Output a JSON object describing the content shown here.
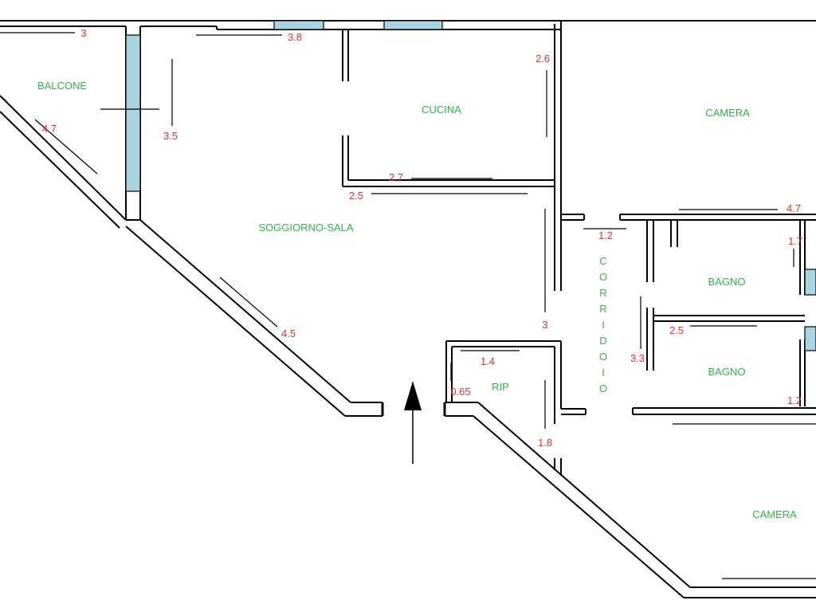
{
  "colors": {
    "room_label": "#2fb34a",
    "dimension_label": "#e0322f",
    "window": "#a9d3df",
    "wall": "#000000"
  },
  "rooms": {
    "balcone": "BALCONE",
    "cucina": "CUCINA",
    "camera_top": "CAMERA",
    "soggiorno": "SOGGIORNO-SALA",
    "bagno_upper": "BAGNO",
    "bagno_lower": "BAGNO",
    "rip": "RIP",
    "camera_bottom": "CAMERA",
    "corridoio_letters": [
      "C",
      "O",
      "R",
      "R",
      "I",
      "D",
      "O",
      "I",
      "O"
    ]
  },
  "dimensions": {
    "balcone_width": "3",
    "balcone_diag": "4.7",
    "soggiorno_width": "3.8",
    "soggiorno_height": "3.5",
    "cucina_height": "2.6",
    "cucina_width": "2.7",
    "soggiorno_lower_width": "2.5",
    "soggiorno_diag": "4.5",
    "camera_width": "4.7",
    "corridoio_width": "1.2",
    "bagno_upper_height": "1.7",
    "corridoio_length": "3",
    "bagno_lower_width": "2.5",
    "bagni_height": "3.3",
    "rip_width": "1.4",
    "rip_depth": "0.65",
    "bagno_lower_height": "1.2",
    "entry_depth": "1.8"
  },
  "icons": {
    "entrance": "entrance-arrow-icon"
  }
}
